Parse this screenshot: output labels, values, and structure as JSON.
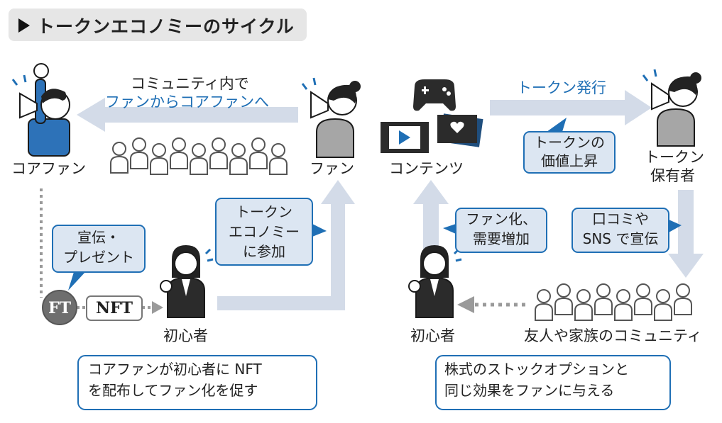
{
  "title": "トークンエコノミーのサイクル",
  "labels": {
    "core_fan": "コアファン",
    "fan": "ファン",
    "contents": "コンテンツ",
    "token_holder_1": "トークン",
    "token_holder_2": "保有者",
    "newcomer_left": "初心者",
    "newcomer_right": "初心者",
    "community": "友人や家族のコミュニティ"
  },
  "arrows": {
    "fan_to_core_1": "コミュニティ内で",
    "fan_to_core_2": "ファンからコアファンへ",
    "token_issue": "トークン発行"
  },
  "bubbles": {
    "token_value_1": "トークンの",
    "token_value_2": "価値上昇",
    "promo_1": "宣伝・",
    "promo_2": "プレゼント",
    "join_1": "トークン",
    "join_2": "エコノミー",
    "join_3": "に参加",
    "demand_1": "ファン化、",
    "demand_2": "需要増加",
    "sns_1": "口コミや",
    "sns_2": "SNS で宣伝"
  },
  "badges": {
    "ft": "FT",
    "nft": "NFT"
  },
  "notes": {
    "left_1": "コアファンが初心者に NFT",
    "left_2": "を配布してファン化を促す",
    "right_1": "株式のストックオプションと",
    "right_2": "同じ効果をファンに与える"
  },
  "colors": {
    "accent_blue": "#1f6fb5",
    "arrow_gray": "#d3dbe8",
    "bubble_fill": "#dce6f2",
    "figure_gray": "#a6a6a6",
    "suit_dark": "#2b2b2b"
  }
}
